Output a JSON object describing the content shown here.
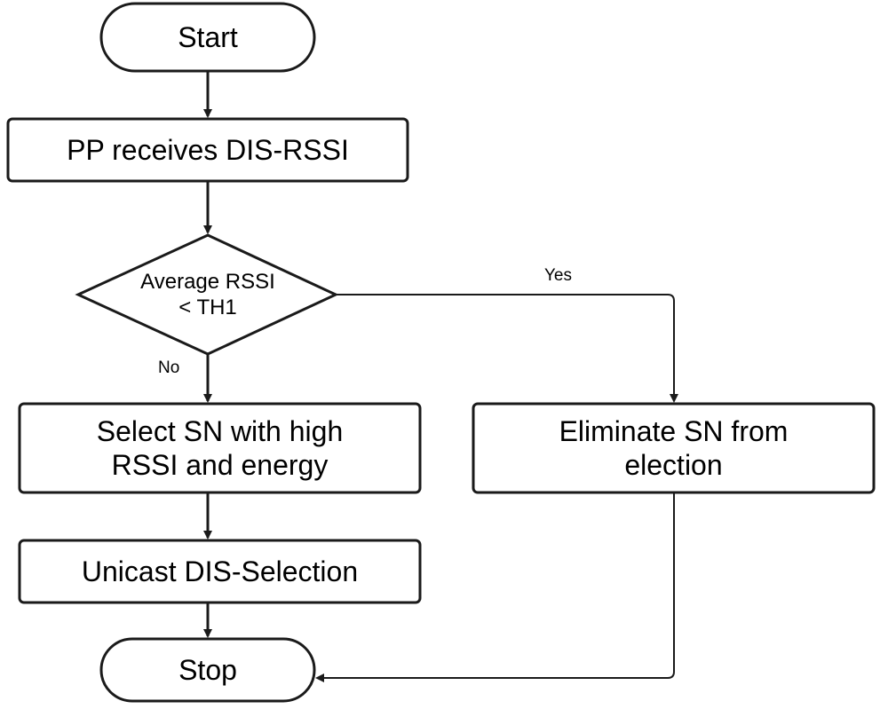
{
  "flowchart": {
    "nodes": {
      "start": {
        "label": "Start",
        "shape": "terminal"
      },
      "receive": {
        "label": "PP receives DIS-RSSI",
        "shape": "process"
      },
      "decision": {
        "label": "Average RSSI\n< TH1",
        "shape": "decision"
      },
      "select": {
        "label": "Select SN with high\nRSSI and energy",
        "shape": "process"
      },
      "eliminate": {
        "label": "Eliminate SN from\nelection",
        "shape": "process"
      },
      "unicast": {
        "label": "Unicast DIS-Selection",
        "shape": "process"
      },
      "stop": {
        "label": "Stop",
        "shape": "terminal"
      }
    },
    "edges": {
      "yes_label": "Yes",
      "no_label": "No"
    },
    "colors": {
      "stroke": "#1a1a1a",
      "fill": "#ffffff",
      "text": "#000000"
    }
  }
}
